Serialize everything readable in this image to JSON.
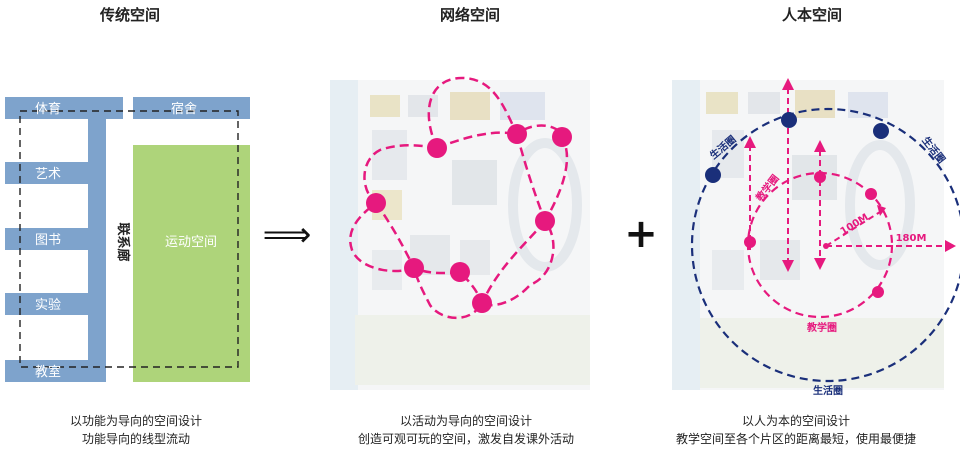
{
  "panels": {
    "traditional": {
      "title": "传统空间",
      "caption_lines": [
        "以功能为导向的空间设计",
        "功能导向的线型流动"
      ],
      "blocks": [
        "体育",
        "艺术",
        "图书",
        "实验",
        "教室"
      ],
      "dorm": "宿舍",
      "corridor": "联系廊",
      "sports": "运动空间"
    },
    "network": {
      "title": "网络空间",
      "caption_lines": [
        "以活动为导向的空间设计",
        "创造可观可玩的空间，激发自发课外活动"
      ]
    },
    "human": {
      "title": "人本空间",
      "caption_lines": [
        "以人为本的空间设计",
        "教学空间至各个片区的距离最短，使用最便捷"
      ],
      "labels": {
        "life_circle_left": "生活圈",
        "life_circle_right": "生活圈",
        "life_circle_bottom": "生活圈",
        "teaching_circle_left": "教学圈",
        "teaching_circle_bottom": "教学圈",
        "radius_100": "100M",
        "radius_180": "180M"
      }
    }
  },
  "colors": {
    "magenta": "#e6197e",
    "navy": "#1a2f7a",
    "block_blue": "#7ea3cc",
    "green": "#aed47a"
  },
  "symbols": {
    "arrow": "⟹",
    "plus": "+"
  }
}
